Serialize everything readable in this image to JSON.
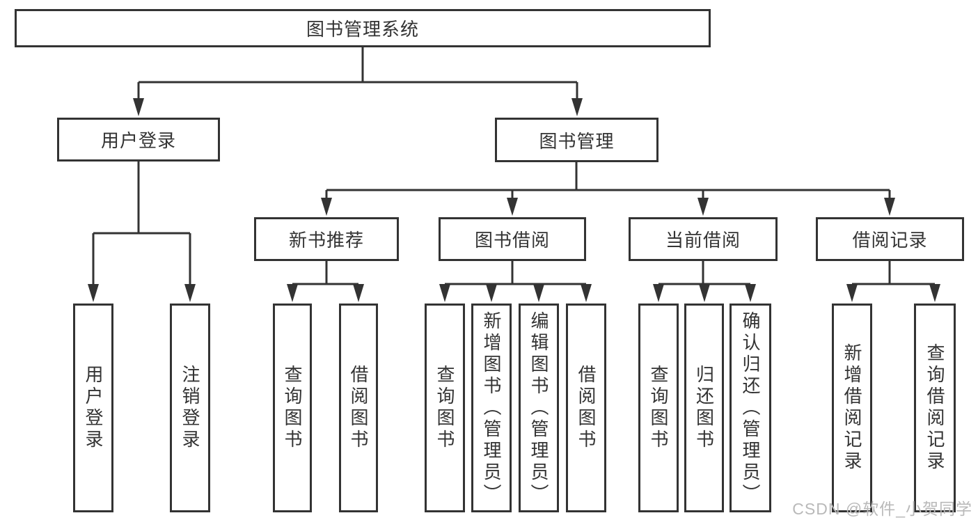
{
  "colors": {
    "line": "#333333",
    "text": "#333333",
    "background": "#ffffff",
    "watermark": "#b9b9b9"
  },
  "watermark": "CSDN @软件_小贺同学",
  "tree": {
    "root": "图书管理系统",
    "level2": [
      "用户登录",
      "图书管理"
    ],
    "level3": [
      "新书推荐",
      "图书借阅",
      "当前借阅",
      "借阅记录"
    ],
    "leaves": {
      "login": [
        "用户登录",
        "注销登录"
      ],
      "recommend": [
        "查询图书",
        "借阅图书"
      ],
      "borrow": [
        "查询图书",
        "新增图书（管理员）",
        "编辑图书（管理员）",
        "借阅图书"
      ],
      "current": [
        "查询图书",
        "归还图书",
        "确认归还（管理员）"
      ],
      "records": [
        "新增借阅记录",
        "查询借阅记录"
      ]
    }
  }
}
